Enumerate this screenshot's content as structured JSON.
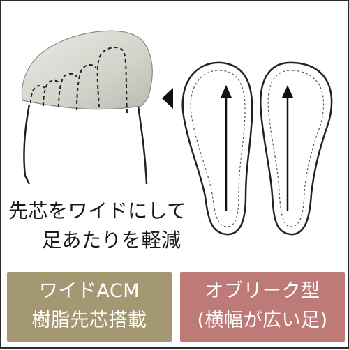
{
  "caption": {
    "line1": "先芯をワイドにして",
    "line2": "足あたりを軽減"
  },
  "badges": [
    {
      "line1": "ワイドACM",
      "line2": "樹脂先芯搭載",
      "color": "#a39872"
    },
    {
      "line1": "オブリーク型",
      "line2": "(横幅が広い足)",
      "color": "#bd7a76"
    }
  ],
  "colors": {
    "toe_cap": "#d7d8d0",
    "outline": "#222222",
    "insole_fill": "#ffffff"
  },
  "icons": [
    "toe-cap-illustration",
    "pointer-arrow-icon",
    "insole-left-icon",
    "insole-right-icon",
    "up-arrow-icon"
  ]
}
